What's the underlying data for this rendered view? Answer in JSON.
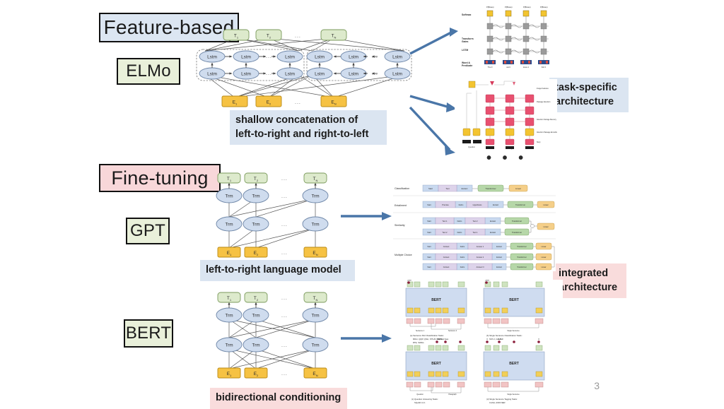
{
  "slide": {
    "page_number": "3",
    "ellipsis": "• • •",
    "sections": {
      "feature_based": {
        "title": "Feature-based",
        "title_bg": "#dce6f2",
        "model": "ELMo",
        "model_bg": "#e9f0da",
        "caption": "shallow concatenation of\nleft-to-right and right-to-left",
        "caption_bg": "#dbe5f1",
        "right_caption": "task-specific\narchitecture",
        "right_caption_bg": "#dbe5f1"
      },
      "fine_tuning": {
        "title": "Fine-tuning",
        "title_bg": "#f8d7d9",
        "models": [
          {
            "name": "GPT",
            "bg": "#e9f0da",
            "caption": "left-to-right language model",
            "caption_bg": "#dbe5f1"
          },
          {
            "name": "BERT",
            "bg": "#e9f0da",
            "caption": "bidirectional conditioning",
            "caption_bg": "#f9dcdc"
          }
        ],
        "right_caption": "integrated\narchitecture",
        "right_caption_bg": "#f9dcdc"
      }
    },
    "diagrams": {
      "elmo": {
        "name": "elmo-biLSTM-diagram",
        "top_nodes": [
          "T",
          "T",
          "T"
        ],
        "top_subs": [
          "1",
          "2",
          "N"
        ],
        "bottom_nodes": [
          "E",
          "E",
          "E"
        ],
        "bottom_subs": [
          "1",
          "2",
          "N"
        ],
        "cell_label": "Lstm",
        "layers": 2,
        "groups": [
          "left-to-right",
          "right-to-left"
        ],
        "dots": "..."
      },
      "gpt": {
        "name": "gpt-transformer-diagram",
        "top_nodes": [
          "T",
          "T",
          "T"
        ],
        "top_subs": [
          "1",
          "2",
          "N"
        ],
        "bottom_nodes": [
          "E",
          "E",
          "E"
        ],
        "bottom_subs": [
          "1",
          "2",
          "N"
        ],
        "cell_label": "Trm",
        "layers": 2,
        "dots": "..."
      },
      "bert": {
        "name": "bert-transformer-diagram",
        "top_nodes": [
          "T",
          "T",
          "T"
        ],
        "top_subs": [
          "1",
          "2",
          "N"
        ],
        "bottom_nodes": [
          "E",
          "E",
          "E"
        ],
        "bottom_subs": [
          "1",
          "2",
          "N"
        ],
        "cell_label": "Trm",
        "layers": 2,
        "dots": "..."
      }
    },
    "thumbnails": {
      "elmo_task_1": {
        "name": "srl-tagging-architecture-thumbnail",
        "row_labels": [
          "Softmax",
          "Transform Gates",
          "LSTM",
          "Word & Predicate"
        ],
        "top_labels": [
          "P(Bwes)",
          "P(Bwes)",
          "P(Bwes)",
          "P(Bwes)"
        ],
        "token_labels": [
          "The",
          "cat",
          "loves",
          "fish"
        ]
      },
      "elmo_task_2": {
        "name": "coref-memory-network-thumbnail",
        "side_labels": [
          "Image Features",
          "Passage Attention",
          "Attention Storage Memory",
          "Attention Passage Encoding",
          "Story"
        ],
        "bottom_labels": [
          "Question",
          "Passage"
        ]
      },
      "gpt_tasks": {
        "name": "gpt-input-transformations-thumbnail",
        "rows": [
          {
            "task": "Classification",
            "tokens": [
              "Start",
              "Text",
              "Extract"
            ],
            "blocks": [
              "Transformer",
              "Linear"
            ]
          },
          {
            "task": "Entailment",
            "tokens": [
              "Start",
              "Premise",
              "Delim",
              "Hypothesis",
              "Extract"
            ],
            "blocks": [
              "Transformer",
              "Linear"
            ]
          },
          {
            "task": "Similarity",
            "tokens": [
              "Start",
              "Text 1",
              "Delim",
              "Text 2",
              "Extract"
            ],
            "blocks": [
              "Transformer",
              "Linear"
            ]
          },
          {
            "task": "Multiple Choice",
            "tokens": [
              "Start",
              "Context",
              "Delim",
              "Answer 1",
              "Extract"
            ],
            "blocks": [
              "Transformer",
              "Linear"
            ]
          }
        ]
      },
      "bert_tasks": {
        "name": "bert-finetuning-tasks-thumbnail",
        "panels": [
          {
            "label": "BERT",
            "caption": "(a) Sentence Pair Classification Tasks:\nMNLI, QQP, QNLI, STS-B, MRPC,\nRTE, SWAG",
            "foot": "Sentence 1   Sentence 2"
          },
          {
            "label": "BERT",
            "caption": "(b) Single Sentence Classification Tasks:\nSST-2, CoLA",
            "foot": "Single Sentence"
          },
          {
            "label": "BERT",
            "caption": "(c) Question Answering Tasks:\nSQuAD v1.1",
            "foot": "Question   Paragraph"
          },
          {
            "label": "BERT",
            "caption": "(d) Single Sentence Tagging Tasks:\nCoNLL-2003 NER",
            "foot": "Single Sentence"
          }
        ]
      }
    },
    "colors": {
      "green_node": "#ddeacc",
      "yellow_node": "#f6c243",
      "blue_node": "#cfdcee",
      "arrow_blue": "#4a76a8",
      "pink": "#f9dcdc",
      "lightblue": "#dbe5f1"
    }
  }
}
